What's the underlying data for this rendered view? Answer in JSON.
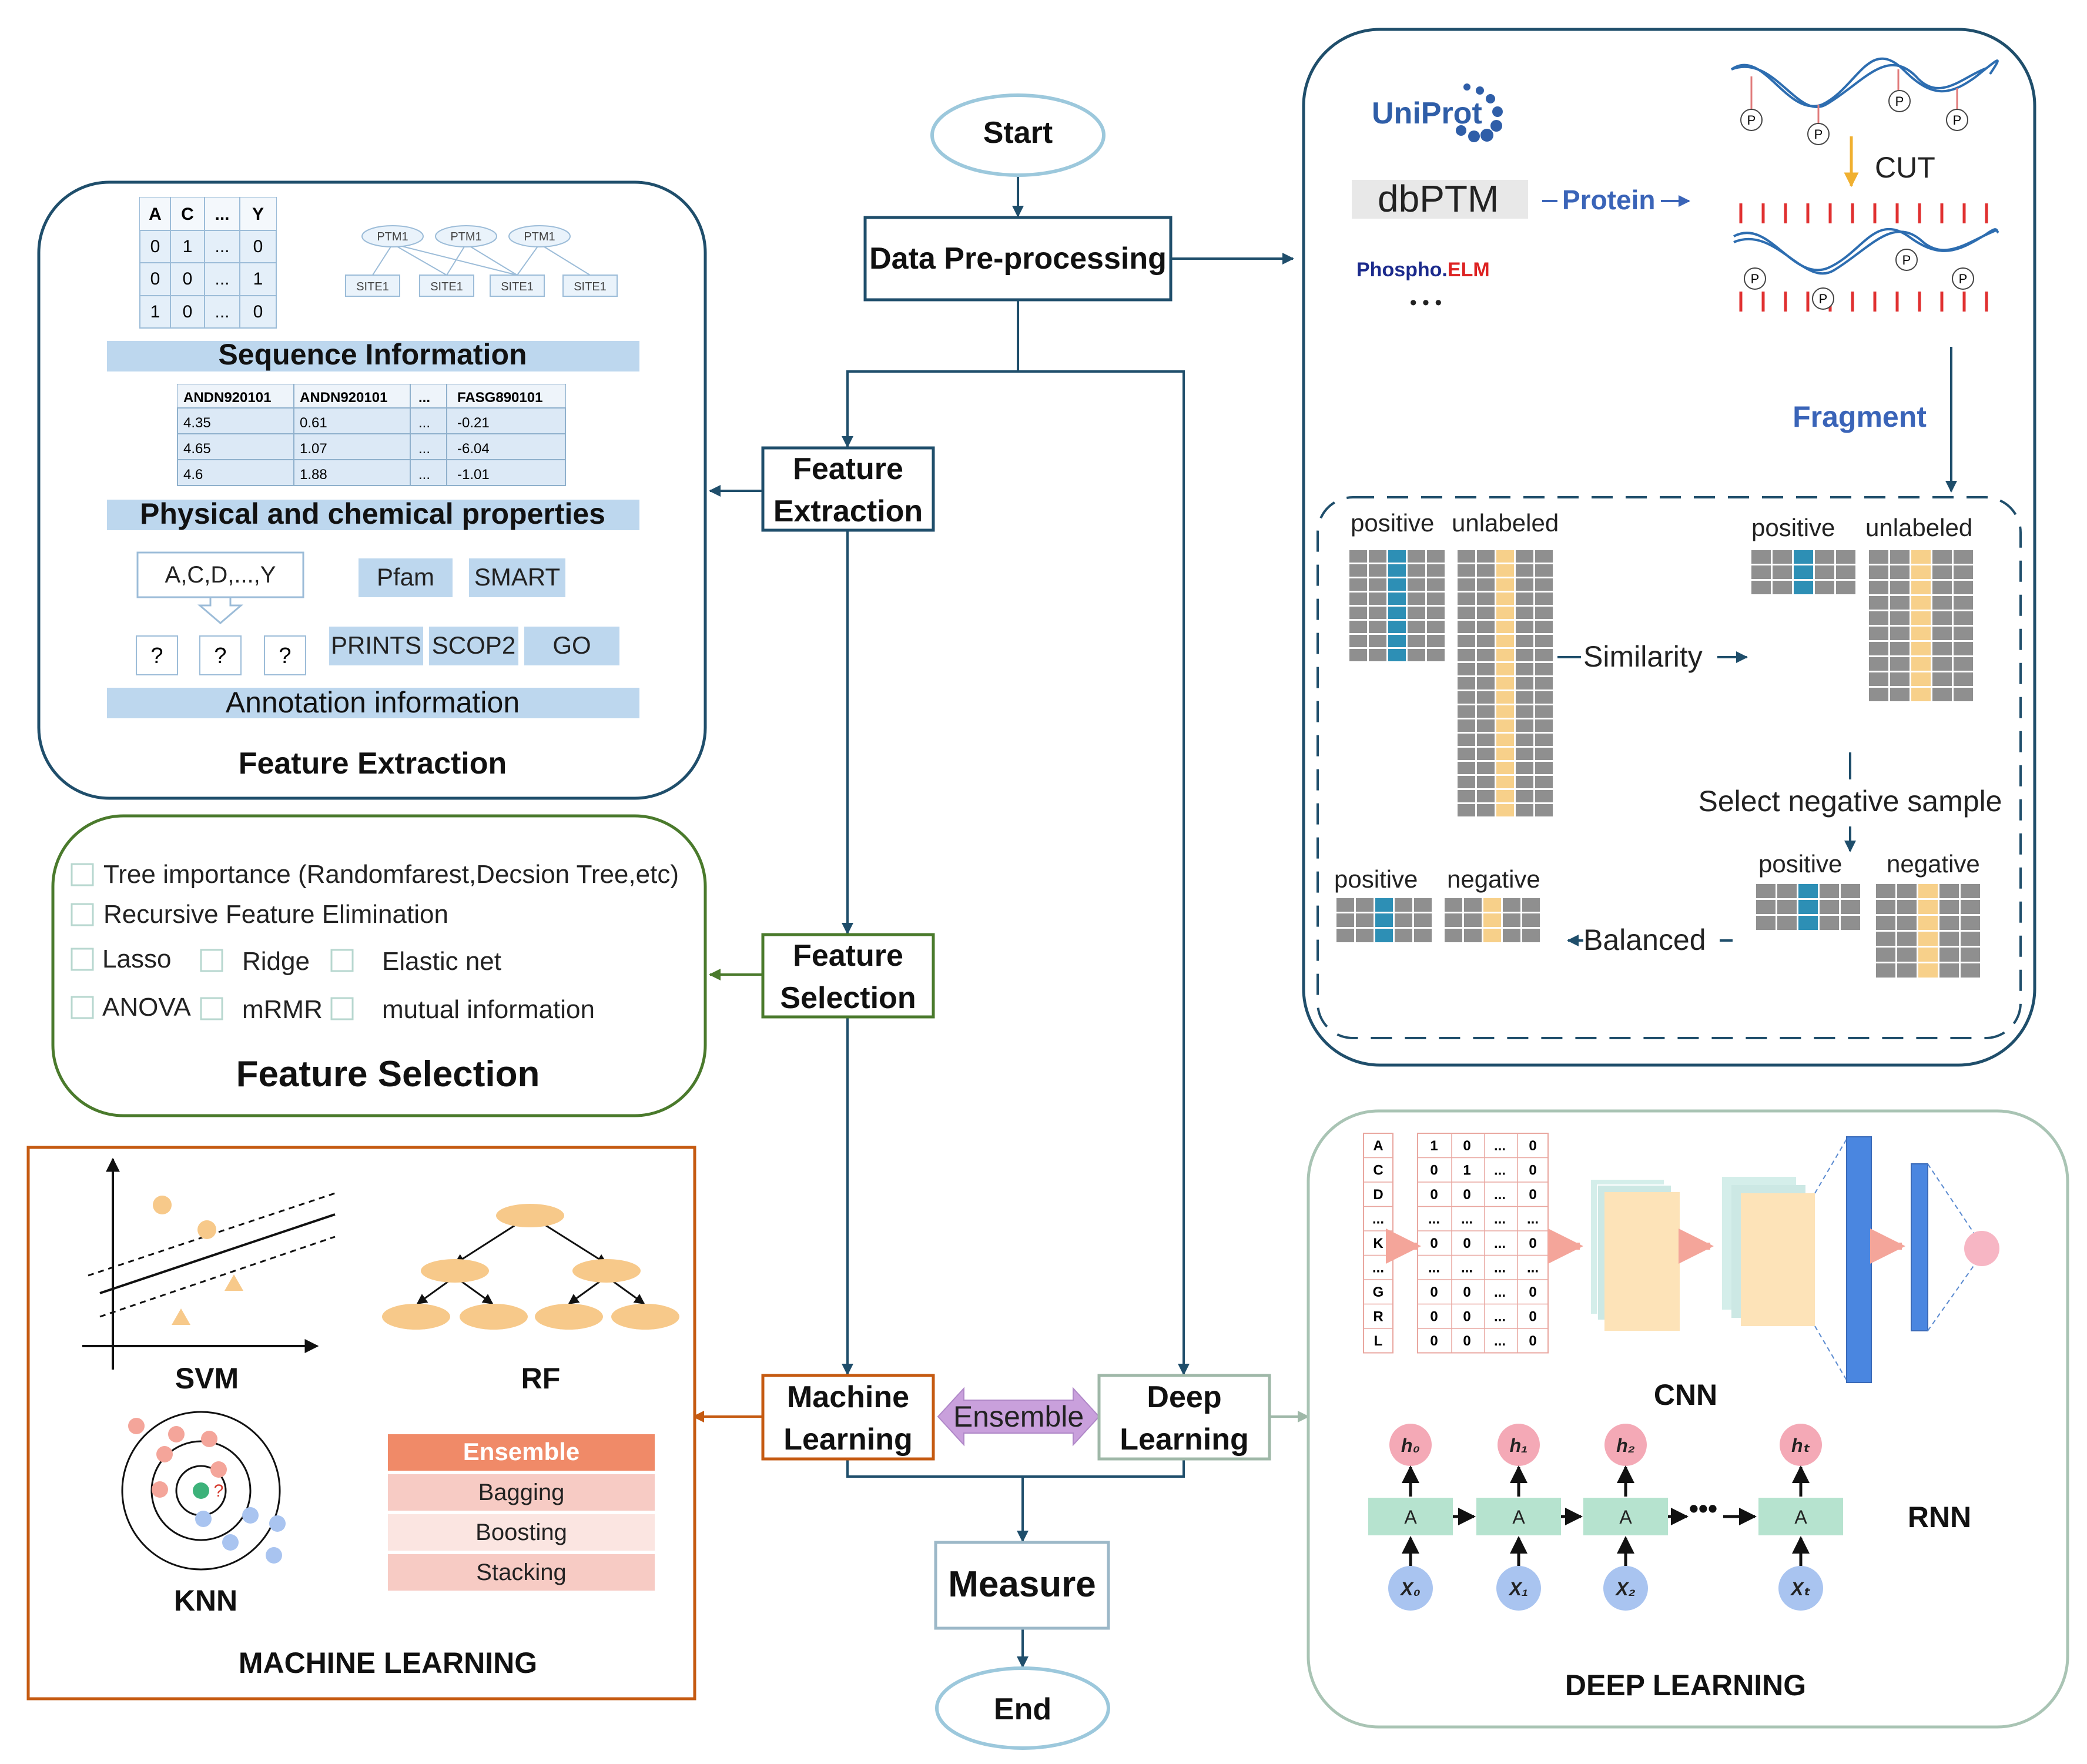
{
  "flow": {
    "start": "Start",
    "preprocess": "Data Pre-processing",
    "feature_extraction": [
      "Feature",
      "Extraction"
    ],
    "feature_selection": [
      "Feature",
      "Selection"
    ],
    "machine_learning": [
      "Machine",
      "Learning"
    ],
    "deep_learning": [
      "Deep",
      "Learning"
    ],
    "ensemble": "Ensemble",
    "measure": "Measure",
    "end": "End"
  },
  "extraction_panel": {
    "title": "Feature Extraction",
    "seq_header": [
      "A",
      "C",
      "...",
      "Y"
    ],
    "seq_rows": [
      [
        "0",
        "1",
        "...",
        "0"
      ],
      [
        "0",
        "0",
        "...",
        "1"
      ],
      [
        "1",
        "0",
        "...",
        "0"
      ]
    ],
    "ptm_label": "PTM1",
    "site_label": "SITE1",
    "seq_info": "Sequence Information",
    "phys_header": [
      "ANDN920101",
      "ANDN920101",
      "...",
      "FASG890101"
    ],
    "phys_rows": [
      [
        "4.35",
        "0.61",
        "...",
        "-0.21"
      ],
      [
        "4.65",
        "1.07",
        "...",
        "-6.04"
      ],
      [
        "4.6",
        "1.88",
        "...",
        "-1.01"
      ]
    ],
    "phys_label": "Physical and chemical properties",
    "amino": "A,C,D,...,Y",
    "qmark": "?",
    "db_tags": [
      "Pfam",
      "SMART",
      "PRINTS",
      "SCOP2",
      "GO"
    ],
    "annot_label": "Annotation information"
  },
  "selection_panel": {
    "title": "Feature Selection",
    "line1": "Tree importance (Randomfarest,Decsion Tree,etc)",
    "line2": "Recursive Feature Elimination",
    "row3": [
      "Lasso",
      "Ridge",
      "Elastic net"
    ],
    "row4": [
      "ANOVA",
      "mRMR",
      "mutual information"
    ]
  },
  "ml_panel": {
    "title": "MACHINE LEARNING",
    "svm": "SVM",
    "rf": "RF",
    "knn": "KNN",
    "knn_q": "?",
    "ensemble_header": "Ensemble",
    "ensemble_items": [
      "Bagging",
      "Boosting",
      "Stacking"
    ]
  },
  "preprocess_panel": {
    "uniprot": "UniProt",
    "dbptm": "dbPTM",
    "phospho": "Phospho.",
    "phospho_red": "ELM",
    "ellipsis": "• • •",
    "protein": "Protein",
    "p_mark": "P",
    "cut": "CUT",
    "fragment": "Fragment",
    "positive": "positive",
    "unlabeled": "unlabeled",
    "negative": "negative",
    "similarity": "Similarity",
    "select_negative": "Select negative sample",
    "balanced": "Balanced"
  },
  "dl_panel": {
    "title": "DEEP LEARNING",
    "cnn": "CNN",
    "rnn": "RNN",
    "onehot_letters": [
      "A",
      "C",
      "D",
      "...",
      "K",
      "...",
      "G",
      "R",
      "L"
    ],
    "onehot_rows": [
      [
        "1",
        "0",
        "...",
        "0"
      ],
      [
        "0",
        "1",
        "...",
        "0"
      ],
      [
        "0",
        "0",
        "...",
        "0"
      ],
      [
        "...",
        "...",
        "...",
        "..."
      ],
      [
        "0",
        "0",
        "...",
        "0"
      ],
      [
        "...",
        "...",
        "...",
        "..."
      ],
      [
        "0",
        "0",
        "...",
        "0"
      ],
      [
        "0",
        "0",
        "...",
        "0"
      ],
      [
        "0",
        "0",
        "...",
        "0"
      ]
    ],
    "rnn_cell": "A",
    "h_labels": [
      "h₀",
      "h₁",
      "h₂",
      "hₜ"
    ],
    "x_labels": [
      "X₀",
      "X₁",
      "X₂",
      "Xₜ"
    ],
    "rnn_dots": "•••"
  },
  "colors": {
    "dark_blue": "#1f4e6b",
    "green": "#4a7a2c",
    "orange": "#c55a11",
    "light_blue_bar": "#bdd7ee",
    "yellow_cell": "#f7d08a",
    "teal_cell": "#2d8fb5",
    "grid_gray": "#8f8f8f",
    "purple": "#c9a0dc",
    "fragment_blue": "#3a64b8"
  }
}
